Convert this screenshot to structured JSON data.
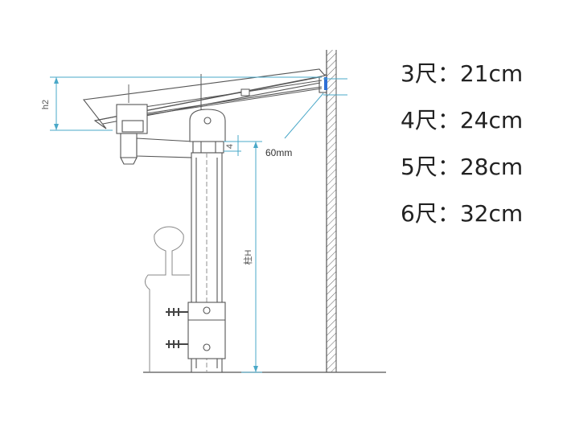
{
  "diagram": {
    "labels": {
      "h2": "h2",
      "gap": "4",
      "offset": "60mm",
      "post_height": "柱H"
    }
  },
  "specs": [
    {
      "size": "3尺",
      "sep": "：",
      "value": "21cm"
    },
    {
      "size": "4尺",
      "sep": "：",
      "value": "24cm"
    },
    {
      "size": "5尺",
      "sep": "：",
      "value": "28cm"
    },
    {
      "size": "6尺",
      "sep": "：",
      "value": "32cm"
    }
  ],
  "colors": {
    "line": "#555555",
    "dimension": "#4aa8c8",
    "wall_accent": "#2f6fd6"
  }
}
